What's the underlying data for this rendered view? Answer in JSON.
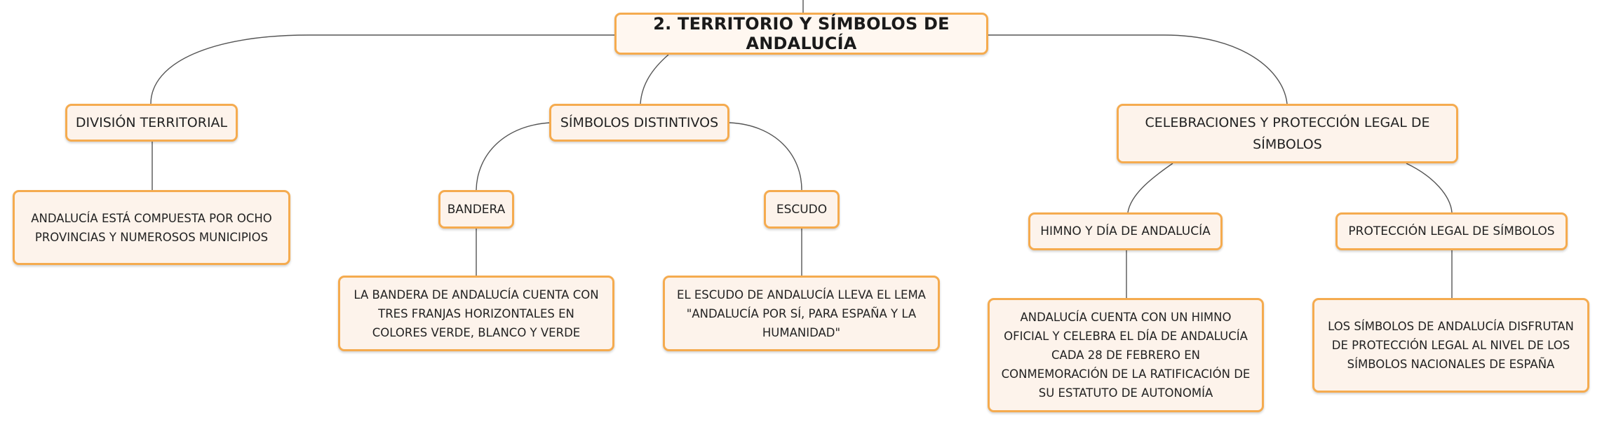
{
  "colors": {
    "node_fill": "#fdf3eb",
    "node_border": "#f5ab4f",
    "link": "#555555",
    "text": "#222222"
  },
  "root": {
    "label": "2. TERRITORIO Y SÍMBOLOS DE ANDALUCÍA"
  },
  "topics": {
    "division": {
      "label": "DIVISIÓN TERRITORIAL",
      "detail": "ANDALUCÍA ESTÁ COMPUESTA POR OCHO PROVINCIAS Y NUMEROSOS MUNICIPIOS"
    },
    "simbolos": {
      "label": "SÍMBOLOS DISTINTIVOS",
      "bandera": {
        "label": "BANDERA",
        "detail": "LA BANDERA DE ANDALUCÍA CUENTA CON TRES FRANJAS HORIZONTALES EN COLORES VERDE, BLANCO Y VERDE"
      },
      "escudo": {
        "label": "ESCUDO",
        "detail": "EL ESCUDO DE ANDALUCÍA LLEVA EL LEMA \"ANDALUCÍA POR SÍ, PARA ESPAÑA Y LA HUMANIDAD\""
      }
    },
    "celebraciones": {
      "label": "CELEBRACIONES Y PROTECCIÓN LEGAL DE SÍMBOLOS",
      "himno": {
        "label": "HIMNO Y DÍA DE ANDALUCÍA",
        "detail": "ANDALUCÍA CUENTA CON UN HIMNO OFICIAL Y CELEBRA EL DÍA DE ANDALUCÍA CADA 28 DE FEBRERO EN CONMEMORACIÓN DE LA RATIFICACIÓN DE SU ESTATUTO DE AUTONOMÍA"
      },
      "proteccion": {
        "label": "PROTECCIÓN LEGAL DE SÍMBOLOS",
        "detail": "LOS SÍMBOLOS DE ANDALUCÍA DISFRUTAN DE PROTECCIÓN LEGAL AL NIVEL DE LOS SÍMBOLOS NACIONALES DE ESPAÑA"
      }
    }
  }
}
